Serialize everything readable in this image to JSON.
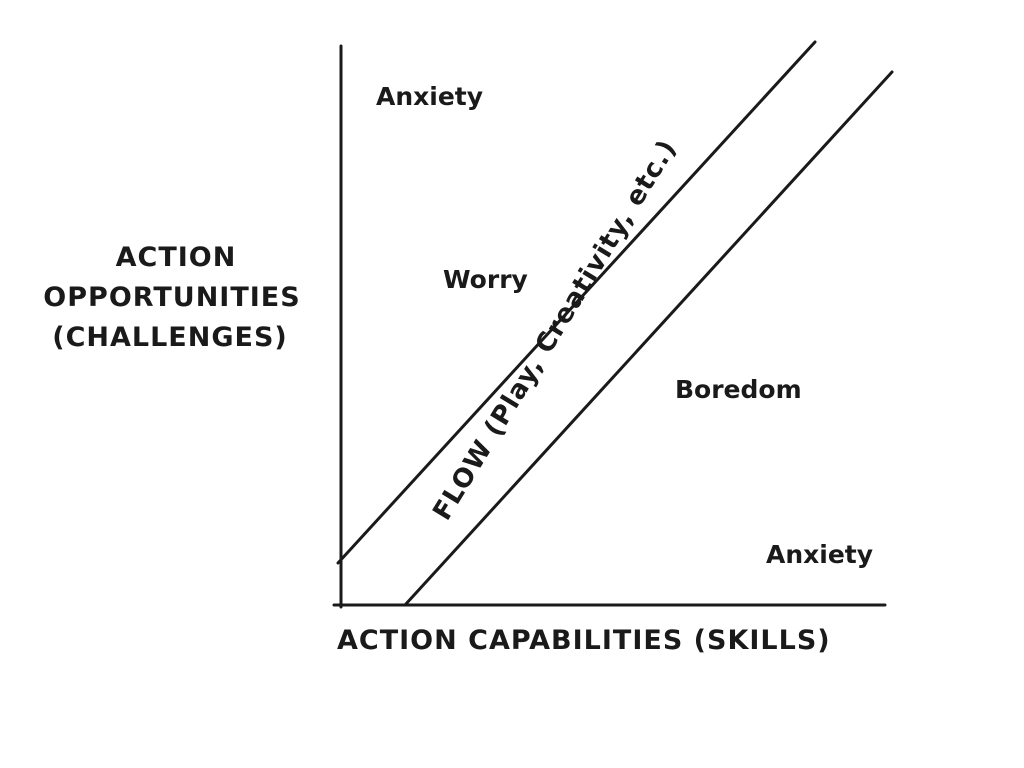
{
  "diagram": {
    "regions": {
      "anxiety_top": "Anxiety",
      "worry": "Worry",
      "boredom": "Boredom",
      "anxiety_bottom": "Anxiety"
    },
    "flow_channel_label": "FLOW (Play, Creativity, etc.)",
    "y_axis_label": [
      "ACTION",
      "OPPORTUNITIES",
      "(CHALLENGES)"
    ],
    "x_axis_label": "ACTION CAPABILITIES (SKILLS)"
  }
}
